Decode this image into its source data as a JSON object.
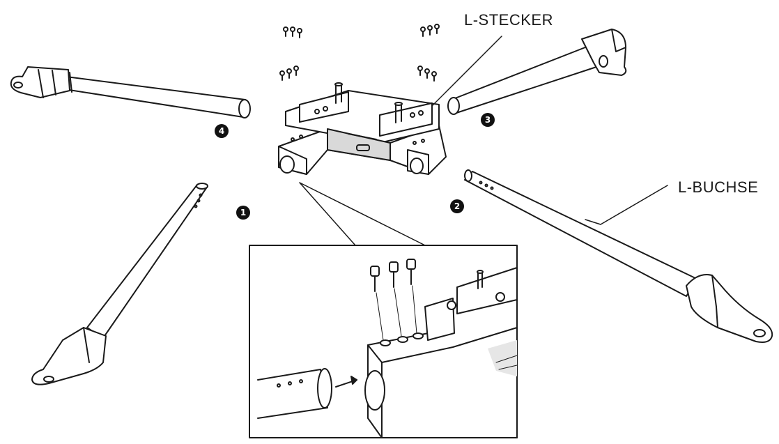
{
  "labels": {
    "l_stecker": "L-STECKER",
    "l_buchse": "L-BUCHSE"
  },
  "steps": [
    "1",
    "2",
    "3",
    "4"
  ],
  "colors": {
    "line": "#1a1a1a",
    "fill": "#ffffff",
    "shade": "#d9d9d9",
    "badge": "#111111"
  }
}
